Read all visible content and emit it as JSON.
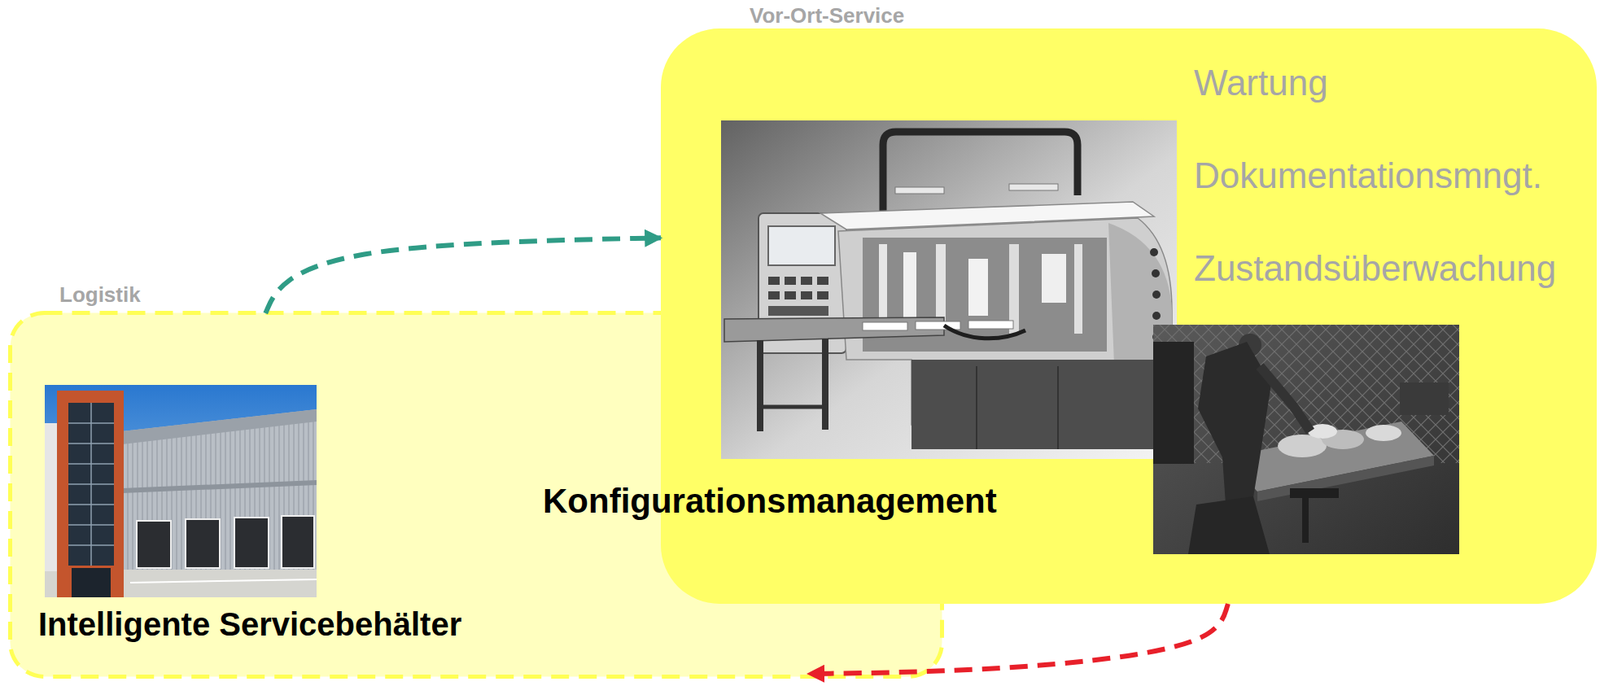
{
  "diagram": {
    "nodes": [
      {
        "text": [
          "Vor-Ort-Service",
          "Wartung",
          "Dokumentationsmngt.",
          "Zustandsüberwachung"
        ]
      },
      {
        "text": [
          "Logistik",
          "Intelligente Servicebehälter"
        ]
      }
    ],
    "edges": [
      {
        "from": 1,
        "to": 0,
        "arrow": "to"
      },
      {
        "from": 0,
        "to": 1,
        "arrow": "to"
      }
    ],
    "labels": [
      "Konfigurationsmanagement"
    ]
  }
}
